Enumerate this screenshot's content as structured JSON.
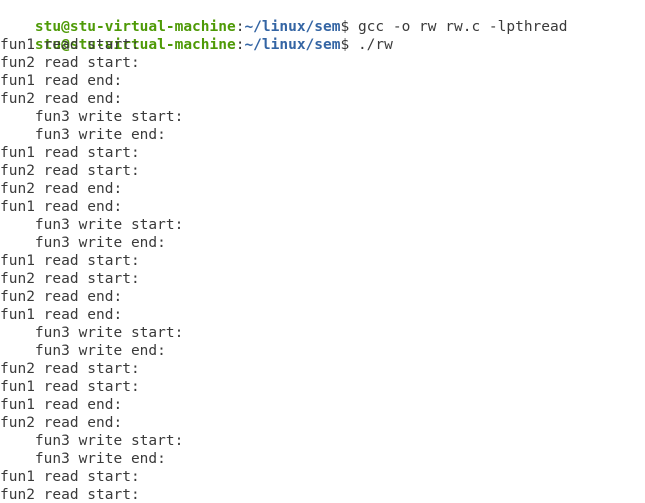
{
  "terminal": {
    "prompt": {
      "user_host": "stu@stu-virtual-machine",
      "colon": ":",
      "path": "~/linux/sem",
      "dollar": "$ "
    },
    "commands": [
      "gcc -o rw rw.c -lpthread",
      "./rw"
    ],
    "output": [
      "fun1 read start:",
      "fun2 read start:",
      "fun1 read end:",
      "fun2 read end:",
      "    fun3 write start:",
      "    fun3 write end:",
      "fun1 read start:",
      "fun2 read start:",
      "fun2 read end:",
      "fun1 read end:",
      "    fun3 write start:",
      "    fun3 write end:",
      "fun1 read start:",
      "fun2 read start:",
      "fun2 read end:",
      "fun1 read end:",
      "    fun3 write start:",
      "    fun3 write end:",
      "fun2 read start:",
      "fun1 read start:",
      "fun1 read end:",
      "fun2 read end:",
      "    fun3 write start:",
      "    fun3 write end:",
      "fun1 read start:",
      "fun2 read start:"
    ]
  },
  "colors": {
    "user_host": "#4e9a06",
    "path": "#3465a4",
    "text": "#3a3a3a",
    "background": "#ffffff"
  }
}
